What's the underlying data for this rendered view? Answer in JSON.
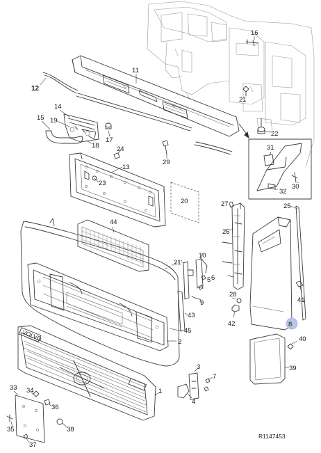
{
  "part_labels": {
    "p1": "1",
    "p2": "2",
    "p3": "3",
    "p4": "4",
    "p5": "5",
    "p6": "6",
    "p7": "7",
    "p8": "8",
    "p9": "9",
    "p10": "10",
    "p11": "11",
    "p12": "12",
    "p13": "13",
    "p14": "14",
    "p15": "15",
    "p16": "16",
    "p17": "17",
    "p18": "18",
    "p19": "19",
    "p20": "20",
    "p21a": "21",
    "p21b": "21",
    "p22": "22",
    "p23": "23",
    "p24": "24",
    "p25": "25",
    "p26": "26",
    "p27": "27",
    "p28": "28",
    "p29": "29",
    "p30": "30",
    "p31": "31",
    "p32": "32",
    "p33": "33",
    "p34": "34",
    "p35": "35",
    "p36": "36",
    "p37": "37",
    "p38": "38",
    "p39": "39",
    "p40": "40",
    "p41": "41",
    "p42": "42",
    "p43": "43",
    "p44": "44",
    "p45": "45"
  },
  "grille_badge": "VOLVO",
  "drawing_ref": "R1147453",
  "highlight_color": "#b7c6e6"
}
